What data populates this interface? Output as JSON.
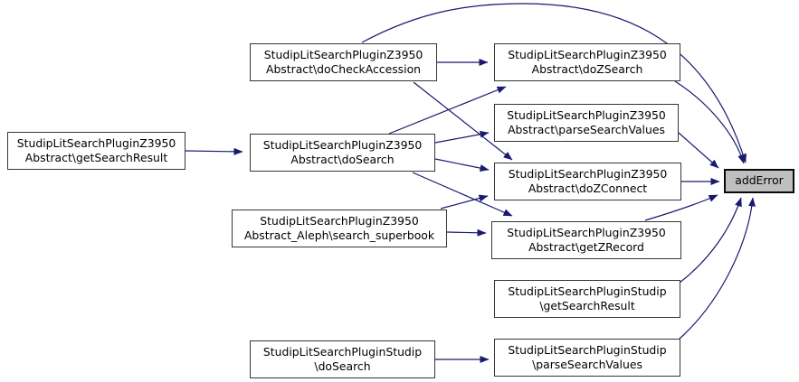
{
  "diagram": {
    "type": "call-graph",
    "function_in_focus": "addError",
    "colors": {
      "background": "#ffffff",
      "edge": "#191970",
      "node_fill": "#ffffff",
      "node_border": "#363636",
      "highlight_fill": "#bfbfbf",
      "text": "#000000"
    },
    "nodes": [
      {
        "id": "z_getSearchResult",
        "line1": "StudipLitSearchPluginZ3950",
        "line2": "Abstract\\getSearchResult"
      },
      {
        "id": "z_doCheckAccession",
        "line1": "StudipLitSearchPluginZ3950",
        "line2": "Abstract\\doCheckAccession"
      },
      {
        "id": "z_doSearch",
        "line1": "StudipLitSearchPluginZ3950",
        "line2": "Abstract\\doSearch"
      },
      {
        "id": "aleph_search_superbook",
        "line1": "StudipLitSearchPluginZ3950",
        "line2": "Abstract_Aleph\\search_superbook"
      },
      {
        "id": "studip_doSearch",
        "line1": "StudipLitSearchPluginStudip",
        "line2": "\\doSearch"
      },
      {
        "id": "z_doZSearch",
        "line1": "StudipLitSearchPluginZ3950",
        "line2": "Abstract\\doZSearch"
      },
      {
        "id": "z_parseSearchValues",
        "line1": "StudipLitSearchPluginZ3950",
        "line2": "Abstract\\parseSearchValues"
      },
      {
        "id": "z_doZConnect",
        "line1": "StudipLitSearchPluginZ3950",
        "line2": "Abstract\\doZConnect"
      },
      {
        "id": "z_getZRecord",
        "line1": "StudipLitSearchPluginZ3950",
        "line2": "Abstract\\getZRecord"
      },
      {
        "id": "studip_getSearchResult",
        "line1": "StudipLitSearchPluginStudip",
        "line2": "\\getSearchResult"
      },
      {
        "id": "studip_parseSearchValues",
        "line1": "StudipLitSearchPluginStudip",
        "line2": "\\parseSearchValues"
      },
      {
        "id": "addError",
        "line1": "addError"
      }
    ],
    "edges": [
      {
        "from": "z_getSearchResult",
        "to": "z_doSearch"
      },
      {
        "from": "z_doCheckAccession",
        "to": "z_doZSearch"
      },
      {
        "from": "z_doCheckAccession",
        "to": "z_doZConnect"
      },
      {
        "from": "z_doCheckAccession",
        "to": "addError"
      },
      {
        "from": "z_doSearch",
        "to": "z_doZSearch"
      },
      {
        "from": "z_doSearch",
        "to": "z_parseSearchValues"
      },
      {
        "from": "z_doSearch",
        "to": "z_doZConnect"
      },
      {
        "from": "z_doSearch",
        "to": "z_getZRecord"
      },
      {
        "from": "aleph_search_superbook",
        "to": "z_doZConnect"
      },
      {
        "from": "aleph_search_superbook",
        "to": "z_getZRecord"
      },
      {
        "from": "studip_doSearch",
        "to": "studip_parseSearchValues"
      },
      {
        "from": "z_doZSearch",
        "to": "addError"
      },
      {
        "from": "z_parseSearchValues",
        "to": "addError"
      },
      {
        "from": "z_doZConnect",
        "to": "addError"
      },
      {
        "from": "z_getZRecord",
        "to": "addError"
      },
      {
        "from": "studip_getSearchResult",
        "to": "addError"
      },
      {
        "from": "studip_parseSearchValues",
        "to": "addError"
      }
    ]
  }
}
